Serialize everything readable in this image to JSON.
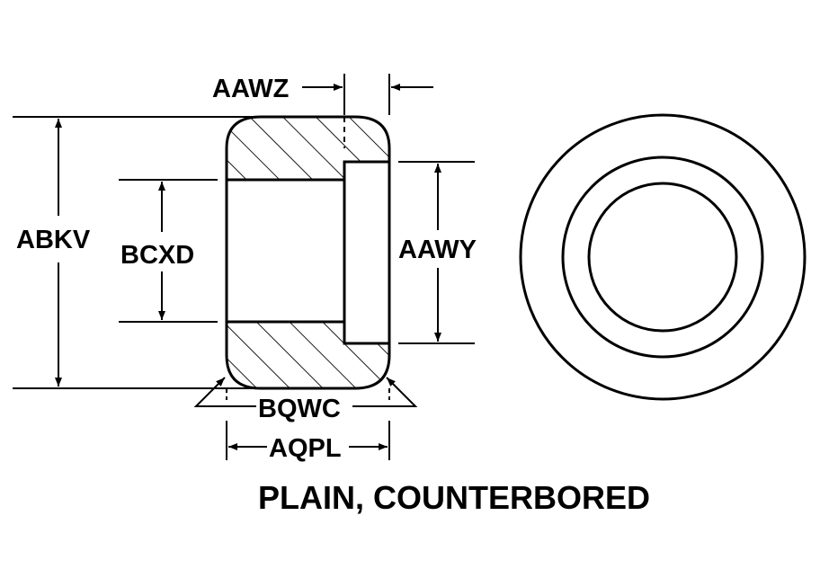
{
  "labels": {
    "aawz": "AAWZ",
    "abkv": "ABKV",
    "bcxd": "BCXD",
    "aawy": "AAWY",
    "bqwc": "BQWC",
    "aqpl": "AQPL"
  },
  "caption": "PLAIN, COUNTERBORED"
}
